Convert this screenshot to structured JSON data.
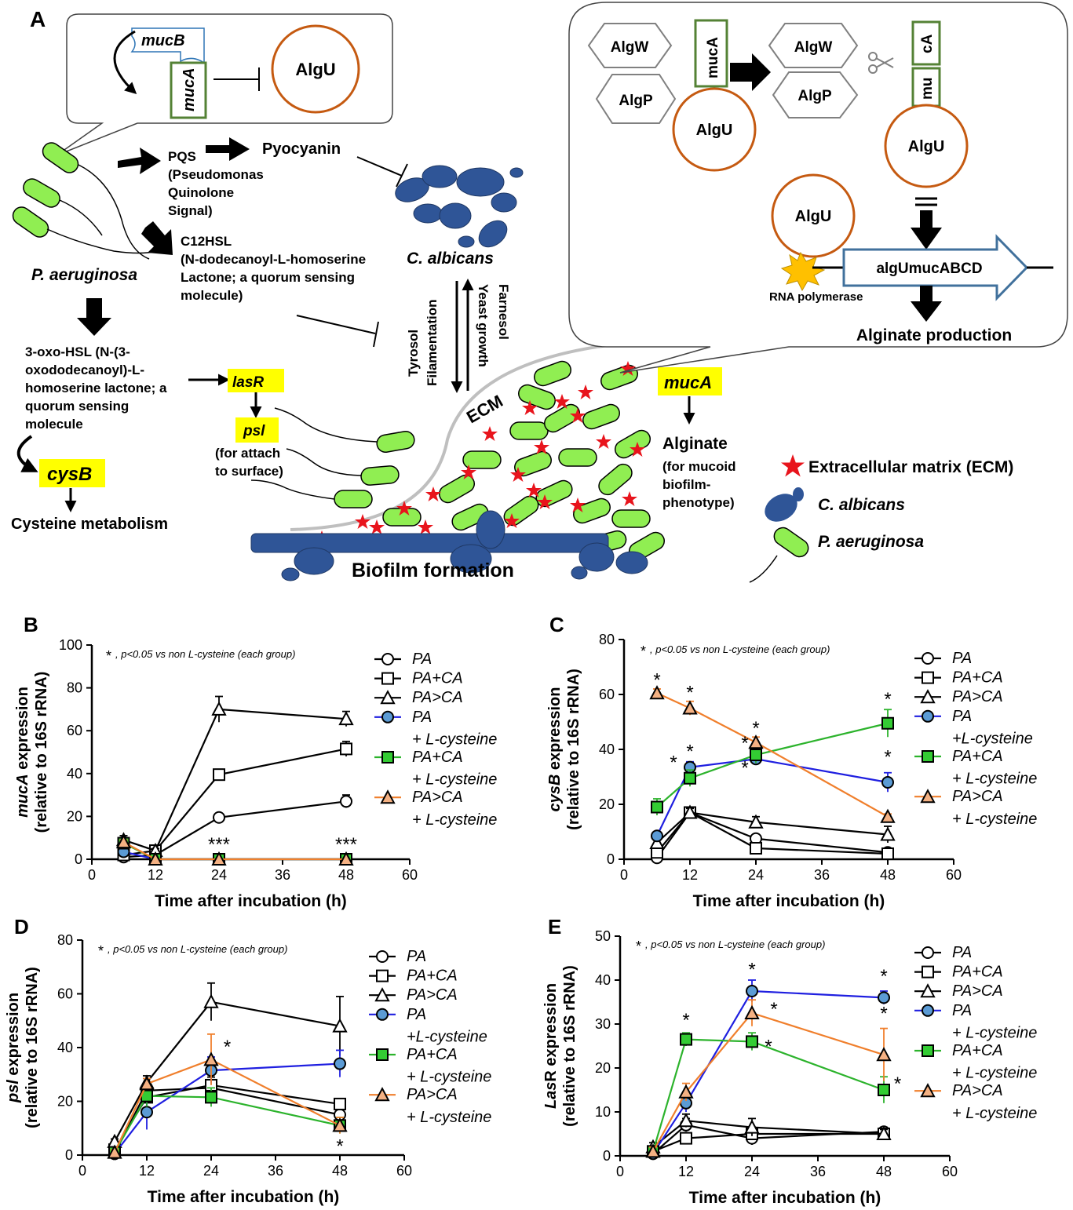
{
  "panelA": {
    "panel_letter": "A",
    "callout1": {
      "mucB": "mucB",
      "mucA": "mucA",
      "algU": "AlgU"
    },
    "pqs_line1": "PQS",
    "pqs_line2": "(Pseudomonas",
    "pqs_line3": "Quinolone",
    "pqs_line4": "Signal)",
    "pyocyanin": "Pyocyanin",
    "c12_line1": "C12HSL",
    "c12_line2": "(N-dodecanoyl-L-homoserine",
    "c12_line3": "Lactone; a quorum sensing",
    "c12_line4": "molecule)",
    "p_aeruginosa": "P. aeruginosa",
    "c_albicans": "C. albicans",
    "oxo_line1": "3-oxo-HSL (N-(3-",
    "oxo_line2": "oxododecanoyl)-L-",
    "oxo_line3": "homoserine lactone; a",
    "oxo_line4": "quorum sensing",
    "oxo_line5": "molecule",
    "cysB": "cysB",
    "cysteine_metabolism": "Cysteine metabolism",
    "lasR": "lasR",
    "psl": "psl",
    "psl_note1": "(for attach",
    "psl_note2": "to surface)",
    "tyrosol": "Tyrosol",
    "filamentation": "Filamentation",
    "yeast_growth": "Yeast growth",
    "farnesol": "Farnesol",
    "ecm": "ECM",
    "mucA_box": "mucA",
    "alginate": "Alginate",
    "alginate_note1": "(for mucoid",
    "alginate_note2": "biofilm-",
    "alginate_note3": "phenotype)",
    "biofilm_formation": "Biofilm formation",
    "callout2": {
      "algW": "AlgW",
      "algP": "AlgP",
      "mucA": "mucA",
      "algU": "AlgU",
      "cA": "cA",
      "mu": "mu",
      "operon": "algUmucABCD",
      "rna_pol": "RNA polymerase",
      "alginate_production": "Alginate production"
    },
    "legend": {
      "ecm": "Extracellular matrix (ECM)",
      "ca": "C. albicans",
      "pa": "P. aeruginosa"
    },
    "colors": {
      "pa_green": "#90EE52",
      "ca_blue": "#2F5597",
      "star_red": "#E8141C",
      "algu_ring": "#C55A11",
      "highlight": "#FFFF00"
    }
  },
  "chart_data": [
    {
      "panel": "B",
      "type": "line",
      "ylabel_italic": "mucA",
      "ylabel_rest": " expression",
      "ylabel2": "(relative to 16S rRNA)",
      "xlabel": "Time after incubation (h)",
      "xlim": [
        0,
        60
      ],
      "xticks": [
        "0",
        "12",
        "24",
        "36",
        "48",
        "60"
      ],
      "ylim": [
        0,
        100
      ],
      "yticks": [
        "0",
        "20",
        "40",
        "60",
        "80",
        "100"
      ],
      "note": "p<0.05 vs non L-cysteine (each group)",
      "annotations": [
        {
          "text": "***",
          "x": 24,
          "y": 4
        },
        {
          "text": "***",
          "x": 48,
          "y": 4
        }
      ],
      "series": [
        {
          "legend1": "PA",
          "legend2": "",
          "marker": "circle",
          "line": "#000000",
          "fill": "#ffffff",
          "x": [
            6,
            12,
            24,
            48
          ],
          "y": [
            1,
            2,
            19.5,
            27
          ],
          "err": [
            1,
            1,
            1,
            3
          ]
        },
        {
          "legend1": "PA+CA",
          "legend2": "",
          "marker": "square",
          "line": "#000000",
          "fill": "#ffffff",
          "x": [
            6,
            12,
            24,
            48
          ],
          "y": [
            2,
            4,
            39.5,
            51.5
          ],
          "err": [
            1,
            1,
            2.5,
            3.5
          ]
        },
        {
          "legend1": "PA>CA",
          "legend2": "",
          "marker": "triangle",
          "line": "#000000",
          "fill": "#ffffff",
          "x": [
            6,
            12,
            24,
            48
          ],
          "y": [
            9,
            4,
            70,
            65.5
          ],
          "err": [
            2,
            1,
            6,
            3.5
          ]
        },
        {
          "legend1": "PA",
          "legend2": "+ L-cysteine",
          "marker": "circle",
          "line": "#1F1FE0",
          "fill": "#5B9BD5",
          "x": [
            6,
            12,
            24,
            48
          ],
          "y": [
            3.5,
            0,
            0,
            0
          ],
          "err": [
            1,
            0,
            0,
            0
          ]
        },
        {
          "legend1": "PA+CA",
          "legend2": "+ L-cysteine",
          "marker": "square",
          "line": "#2CB32C",
          "fill": "#33CC33",
          "x": [
            6,
            12,
            24,
            48
          ],
          "y": [
            7.5,
            0,
            0,
            0
          ],
          "err": [
            1,
            0,
            0,
            0
          ]
        },
        {
          "legend1": "PA>CA",
          "legend2": "+ L-cysteine",
          "marker": "triangle",
          "line": "#F07F2C",
          "fill": "#F4B183",
          "x": [
            6,
            12,
            24,
            48
          ],
          "y": [
            8,
            0,
            0,
            0
          ],
          "err": [
            1,
            0,
            0,
            0
          ]
        }
      ]
    },
    {
      "panel": "C",
      "type": "line",
      "ylabel_italic": "cysB",
      "ylabel_rest": " expression",
      "ylabel2": "(relative to 16S rRNA)",
      "xlabel": "Time after incubation (h)",
      "xlim": [
        0,
        60
      ],
      "xticks": [
        "0",
        "12",
        "24",
        "36",
        "48",
        "60"
      ],
      "ylim": [
        0,
        80
      ],
      "yticks": [
        "0",
        "20",
        "40",
        "60",
        "80"
      ],
      "note": "p<0.05 vs non L-cysteine (each group)",
      "annotations": [
        {
          "text": "*",
          "x": 6,
          "y": 63
        },
        {
          "text": "*",
          "x": 12,
          "y": 58.5
        },
        {
          "text": "*",
          "x": 12,
          "y": 37
        },
        {
          "text": "*",
          "x": 9,
          "y": 33
        },
        {
          "text": "*",
          "x": 24,
          "y": 45.5
        },
        {
          "text": "*",
          "x": 22,
          "y": 40
        },
        {
          "text": "*",
          "x": 22,
          "y": 31
        },
        {
          "text": "*",
          "x": 48,
          "y": 56
        },
        {
          "text": "*",
          "x": 48,
          "y": 35
        }
      ],
      "series": [
        {
          "legend1": "PA",
          "legend2": "",
          "marker": "circle",
          "line": "#000000",
          "fill": "#ffffff",
          "x": [
            6,
            12,
            24,
            48
          ],
          "y": [
            0.5,
            17,
            7.5,
            2.5
          ],
          "err": [
            1,
            1.5,
            1.5,
            1
          ]
        },
        {
          "legend1": "PA+CA",
          "legend2": "",
          "marker": "square",
          "line": "#000000",
          "fill": "#ffffff",
          "x": [
            6,
            12,
            24,
            48
          ],
          "y": [
            2.5,
            17,
            4,
            2
          ],
          "err": [
            1,
            1.5,
            1,
            1
          ]
        },
        {
          "legend1": "PA>CA",
          "legend2": "",
          "marker": "triangle",
          "line": "#000000",
          "fill": "#ffffff",
          "x": [
            6,
            12,
            24,
            48
          ],
          "y": [
            6,
            17,
            13.5,
            9
          ],
          "err": [
            1,
            1.5,
            2,
            3
          ]
        },
        {
          "legend1": "PA",
          "legend2": "+L-cysteine",
          "marker": "circle",
          "line": "#1F1FE0",
          "fill": "#5B9BD5",
          "x": [
            6,
            12,
            24,
            48
          ],
          "y": [
            8.5,
            33.5,
            36.5,
            28
          ],
          "err": [
            1.5,
            2,
            2,
            3.5
          ]
        },
        {
          "legend1": "PA+CA",
          "legend2": "+ L-cysteine",
          "marker": "square",
          "line": "#2CB32C",
          "fill": "#33CC33",
          "x": [
            6,
            12,
            24,
            48
          ],
          "y": [
            19,
            29.5,
            38,
            49.5
          ],
          "err": [
            3,
            3,
            3,
            5
          ]
        },
        {
          "legend1": "PA>CA",
          "legend2": "+ L-cysteine",
          "marker": "triangle",
          "line": "#F07F2C",
          "fill": "#F4B183",
          "x": [
            6,
            12,
            24,
            48
          ],
          "y": [
            60.5,
            55,
            42.5,
            15.5
          ],
          "err": [
            1.5,
            2.5,
            2,
            1
          ]
        }
      ]
    },
    {
      "panel": "D",
      "type": "line",
      "ylabel_italic": "psl",
      "ylabel_rest": " expression",
      "ylabel2": "(relative to 16S rRNA)",
      "xlabel": "Time after incubation (h)",
      "xlim": [
        0,
        60
      ],
      "xticks": [
        "0",
        "12",
        "24",
        "36",
        "48",
        "60"
      ],
      "ylim": [
        0,
        80
      ],
      "yticks": [
        "0",
        "20",
        "40",
        "60",
        "80"
      ],
      "note": "p<0.05 vs non L-cysteine (each group)",
      "annotations": [
        {
          "text": "*",
          "x": 27,
          "y": 38
        },
        {
          "text": "*",
          "x": 48,
          "y": 1
        }
      ],
      "series": [
        {
          "legend1": "PA",
          "legend2": "",
          "marker": "circle",
          "line": "#000000",
          "fill": "#ffffff",
          "x": [
            6,
            12,
            24,
            48
          ],
          "y": [
            0.5,
            24,
            25,
            15
          ],
          "err": [
            1,
            2,
            3,
            2
          ]
        },
        {
          "legend1": "PA+CA",
          "legend2": "",
          "marker": "square",
          "line": "#000000",
          "fill": "#ffffff",
          "x": [
            6,
            12,
            24,
            48
          ],
          "y": [
            2,
            21.5,
            26,
            19
          ],
          "err": [
            1,
            2,
            3,
            2
          ]
        },
        {
          "legend1": "PA>CA",
          "legend2": "",
          "marker": "triangle",
          "line": "#000000",
          "fill": "#ffffff",
          "x": [
            6,
            12,
            24,
            48
          ],
          "y": [
            5,
            27,
            57,
            48
          ],
          "err": [
            1,
            2.5,
            7,
            11
          ]
        },
        {
          "legend1": "PA",
          "legend2": "+L-cysteine",
          "marker": "circle",
          "line": "#1F1FE0",
          "fill": "#5B9BD5",
          "x": [
            6,
            12,
            24,
            48
          ],
          "y": [
            0.5,
            16,
            31.5,
            34
          ],
          "err": [
            1,
            6.5,
            5,
            5
          ]
        },
        {
          "legend1": "PA+CA",
          "legend2": "+ L-cysteine",
          "marker": "square",
          "line": "#2CB32C",
          "fill": "#33CC33",
          "x": [
            6,
            12,
            24,
            48
          ],
          "y": [
            1,
            22,
            21.5,
            11
          ],
          "err": [
            1,
            4,
            3.5,
            3
          ]
        },
        {
          "legend1": "PA>CA",
          "legend2": "+ L-cysteine",
          "marker": "triangle",
          "line": "#F07F2C",
          "fill": "#F4B183",
          "x": [
            6,
            12,
            24,
            48
          ],
          "y": [
            1,
            26.5,
            35.5,
            11
          ],
          "err": [
            1,
            2,
            9.5,
            3
          ]
        }
      ]
    },
    {
      "panel": "E",
      "type": "line",
      "ylabel_italic": "Las",
      "ylabel_rest": "R expression",
      "ylabel2": "(relative to 16S rRNA)",
      "xlabel": "Time after incubation (h)",
      "xlim": [
        0,
        60
      ],
      "xticks": [
        "0",
        "12",
        "24",
        "36",
        "48",
        "60"
      ],
      "ylim": [
        0,
        50
      ],
      "yticks": [
        "0",
        "10",
        "20",
        "30",
        "40",
        "50"
      ],
      "note": "p<0.05 vs non L-cysteine (each group)",
      "annotations": [
        {
          "text": "*",
          "x": 12,
          "y": 29.5
        },
        {
          "text": "*",
          "x": 24,
          "y": 41
        },
        {
          "text": "*",
          "x": 28,
          "y": 32
        },
        {
          "text": "*",
          "x": 27,
          "y": 23.5
        },
        {
          "text": "*",
          "x": 48,
          "y": 39.5
        },
        {
          "text": "*",
          "x": 48,
          "y": 31
        },
        {
          "text": "*",
          "x": 50.5,
          "y": 15
        }
      ],
      "series": [
        {
          "legend1": "PA",
          "legend2": "",
          "marker": "circle",
          "line": "#000000",
          "fill": "#ffffff",
          "x": [
            6,
            12,
            24,
            48
          ],
          "y": [
            0.5,
            7,
            4,
            5.5
          ],
          "err": [
            1,
            1.5,
            1.5,
            1
          ]
        },
        {
          "legend1": "PA+CA",
          "legend2": "",
          "marker": "square",
          "line": "#000000",
          "fill": "#ffffff",
          "x": [
            6,
            12,
            24,
            48
          ],
          "y": [
            1,
            4,
            5,
            5
          ],
          "err": [
            1,
            1,
            1,
            1
          ]
        },
        {
          "legend1": "PA>CA",
          "legend2": "",
          "marker": "triangle",
          "line": "#000000",
          "fill": "#ffffff",
          "x": [
            6,
            12,
            24,
            48
          ],
          "y": [
            2,
            8,
            6.5,
            5
          ],
          "err": [
            1,
            1.5,
            2,
            1
          ]
        },
        {
          "legend1": "PA",
          "legend2": "+ L-cysteine",
          "marker": "circle",
          "line": "#1F1FE0",
          "fill": "#5B9BD5",
          "x": [
            6,
            12,
            24,
            48
          ],
          "y": [
            0.5,
            12,
            37.5,
            36
          ],
          "err": [
            1,
            2,
            2.5,
            1.5
          ]
        },
        {
          "legend1": "PA+CA",
          "legend2": "+ L-cysteine",
          "marker": "square",
          "line": "#2CB32C",
          "fill": "#33CC33",
          "x": [
            6,
            12,
            24,
            48
          ],
          "y": [
            1,
            26.5,
            26,
            15
          ],
          "err": [
            1,
            1.5,
            2,
            3
          ]
        },
        {
          "legend1": "PA>CA",
          "legend2": "+ L-cysteine",
          "marker": "triangle",
          "line": "#F07F2C",
          "fill": "#F4B183",
          "x": [
            6,
            12,
            24,
            48
          ],
          "y": [
            1,
            14.5,
            32.5,
            23
          ],
          "err": [
            1,
            2,
            3,
            6
          ]
        }
      ]
    }
  ]
}
